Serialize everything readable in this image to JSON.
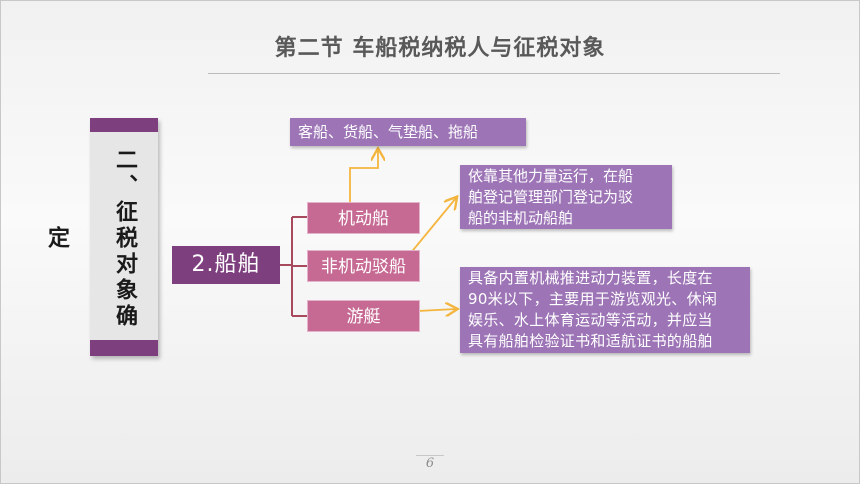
{
  "title": "第二节  车船税纳税人与征税对象",
  "side_label": "二、征税对象确定",
  "main_node": "2.船舶",
  "branches": [
    "机动船",
    "非机动驳船",
    "游艇"
  ],
  "info_boxes": {
    "motor_types": "客船、货船、气垫船、拖船",
    "non_motor_desc": [
      "依靠其他力量运行，在船",
      "舶登记管理部门登记为驳",
      "船的非机动船舶"
    ],
    "yacht_desc": [
      "具备内置机械推进动力装置，长度在",
      "90米以下，主要用于游览观光、休闲",
      "娱乐、水上体育运动等活动，并应当",
      "具有船舶检验证书和适航证书的船舶"
    ]
  },
  "colors": {
    "main_purple": "#7d3f7e",
    "branch_pink": "#c76a93",
    "info_purple": "#9d75b6",
    "connector_red": "#a84a5e",
    "arrow_orange": "#f4b53f"
  },
  "page_number": "6"
}
